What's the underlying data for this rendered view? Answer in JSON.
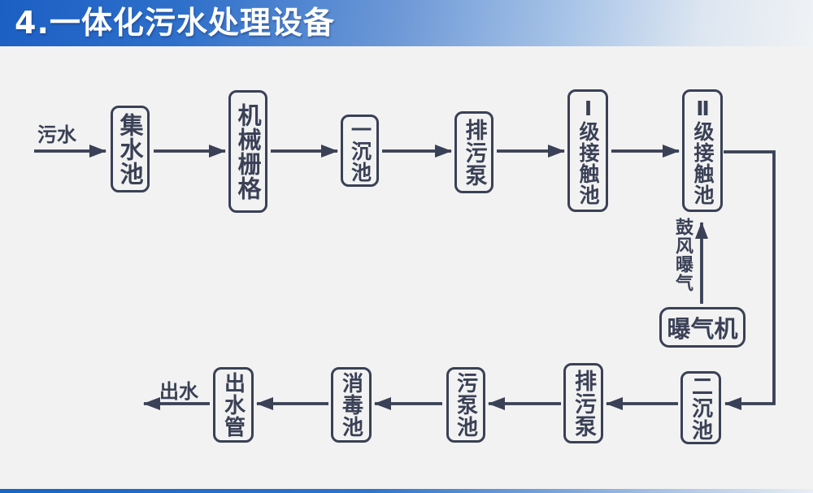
{
  "header": {
    "title": "4.一体化污水处理设备"
  },
  "colors": {
    "ink": "#3a4156",
    "background": "#f2f2f2",
    "header_blue": "#1c5fc4",
    "header_fade": "#f0f2f4",
    "footer_blue": "#1766c4"
  },
  "diagram": {
    "inflow_label": "污水",
    "outflow_label": "出水",
    "aeration_label": "鼓风曝气",
    "nodes": [
      {
        "id": "collection-tank",
        "label": "集水池"
      },
      {
        "id": "mechanical-grid",
        "label": "机械栅格"
      },
      {
        "id": "primary-sedimentation-tank",
        "label": "一沉池"
      },
      {
        "id": "sewage-pump-top",
        "label": "排污泵"
      },
      {
        "id": "contact-tank-level1",
        "label": "Ⅰ级接触池"
      },
      {
        "id": "contact-tank-level2",
        "label": "Ⅱ级接触池"
      },
      {
        "id": "aerator",
        "label": "曝气机"
      },
      {
        "id": "secondary-sedimentation-tank",
        "label": "二沉池"
      },
      {
        "id": "sewage-pump-bottom",
        "label": "排污泵"
      },
      {
        "id": "sludge-pump-tank",
        "label": "污泵池"
      },
      {
        "id": "disinfection-tank",
        "label": "消毒池"
      },
      {
        "id": "outlet-pipe",
        "label": "出水管"
      }
    ],
    "arrows": [
      "inflow-arrow",
      "collection-to-grid-arrow",
      "grid-to-primary-arrow",
      "primary-to-pump-arrow",
      "pump-to-contact1-arrow",
      "contact1-to-contact2-arrow",
      "contact2-to-secondary-connector",
      "secondary-to-pump-arrow",
      "pump-to-sludge-arrow",
      "sludge-to-disinfection-arrow",
      "disinfection-to-outlet-arrow",
      "outflow-arrow",
      "aerator-to-contact2-arrow"
    ]
  }
}
